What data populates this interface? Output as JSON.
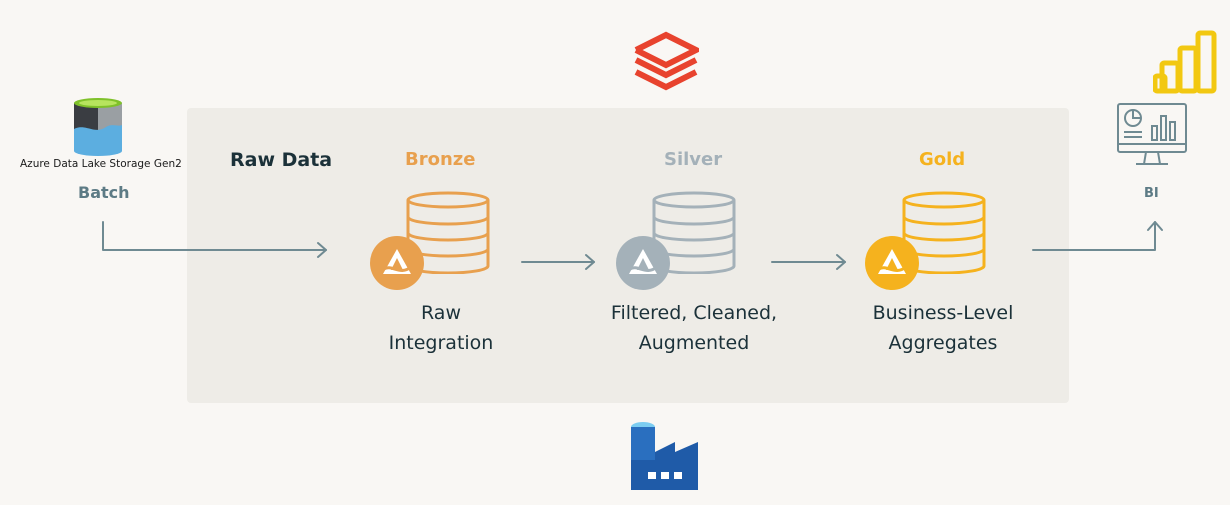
{
  "colors": {
    "bronze": "#e8a04e",
    "silver": "#a4b1b9",
    "gold": "#f5b21e",
    "databricks_red": "#e8432e",
    "arrow": "#6f8a92",
    "raw_data_text": "#1b3139",
    "adls_azure": "#5caee0",
    "adf_blue": "#1f5ba8"
  },
  "source": {
    "logo_caption": "Azure Data Lake Storage Gen2",
    "mode_label": "Batch"
  },
  "stages": {
    "raw_data": {
      "label": "Raw Data"
    },
    "bronze": {
      "label": "Bronze",
      "description": "Raw\nIntegration"
    },
    "silver": {
      "label": "Silver",
      "description": "Filtered, Cleaned,\nAugmented"
    },
    "gold": {
      "label": "Gold",
      "description": "Business-Level\nAggregates"
    }
  },
  "sink": {
    "label": "BI"
  },
  "icons": {
    "top": "databricks-logo-icon",
    "bottom": "azure-data-factory-icon",
    "sink_top": "power-bi-icon",
    "sink_monitor": "dashboard-monitor-icon",
    "source": "azure-data-lake-storage-icon",
    "stage_badge": "delta-lake-icon",
    "stage_layer": "database-stack-icon"
  }
}
